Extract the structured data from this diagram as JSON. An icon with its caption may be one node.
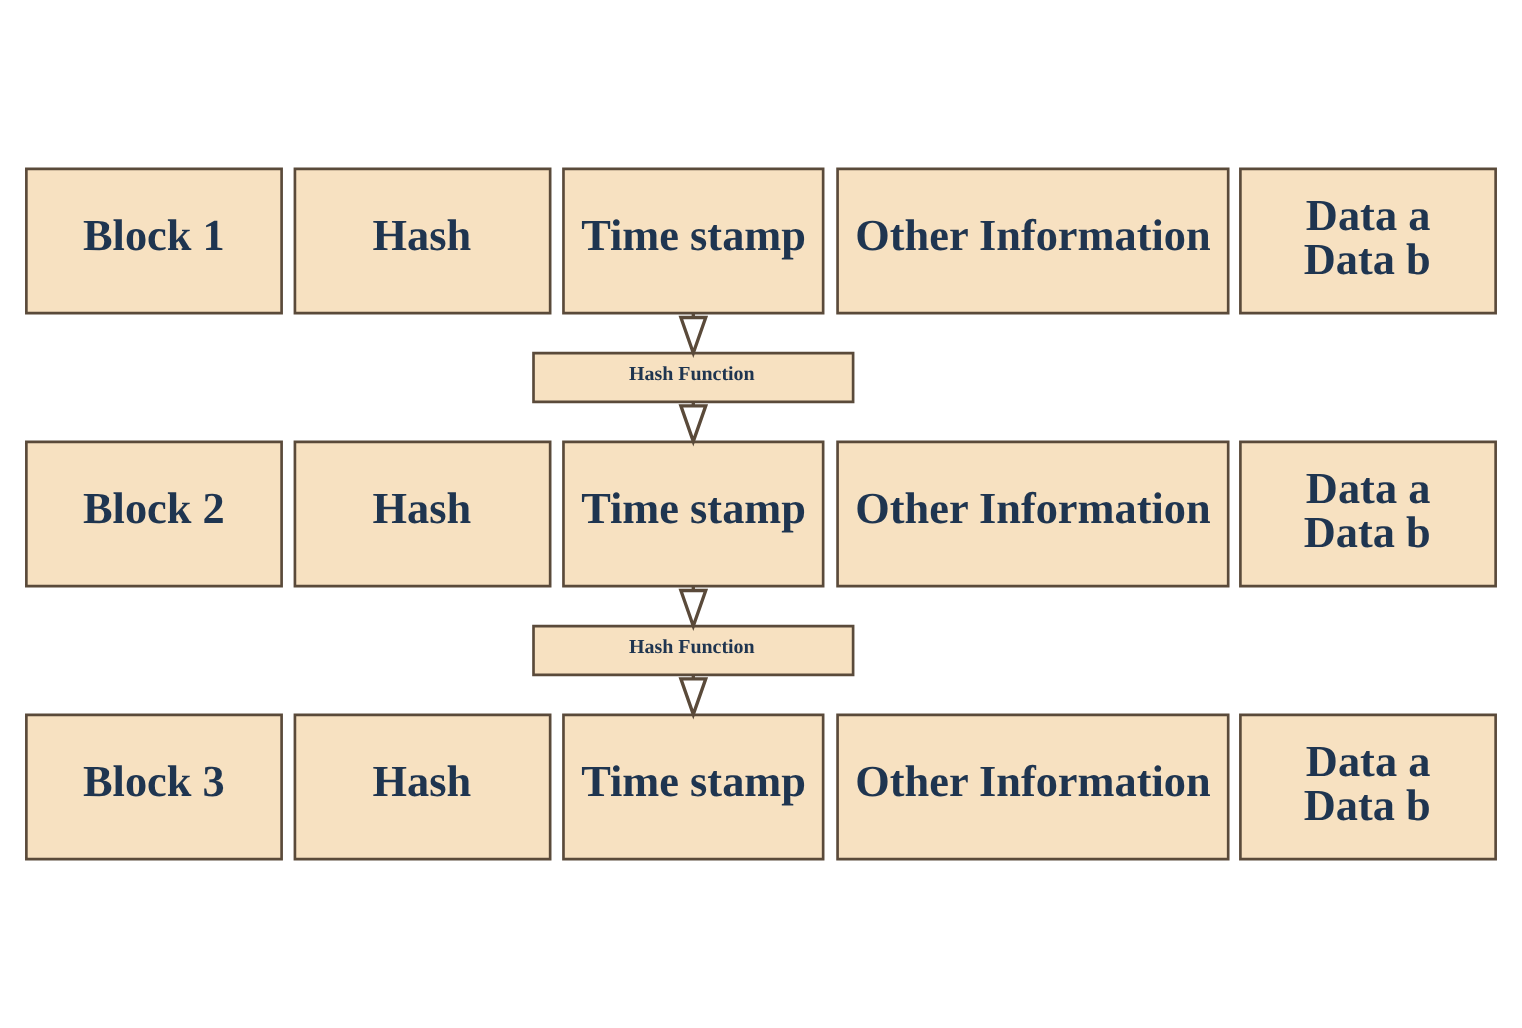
{
  "diagram": {
    "nodes": [
      {
        "text": [
          "Block 1"
        ]
      },
      {
        "text": [
          "Hash"
        ]
      },
      {
        "text": [
          "Time stamp"
        ]
      },
      {
        "text": [
          "Other Information"
        ]
      },
      {
        "text": [
          "Data a",
          "Data b"
        ]
      },
      {
        "text": [
          "Hash Function"
        ]
      },
      {
        "text": [
          "Block 2"
        ]
      },
      {
        "text": [
          "Hash"
        ]
      },
      {
        "text": [
          "Time stamp"
        ]
      },
      {
        "text": [
          "Other Information"
        ]
      },
      {
        "text": [
          "Data a",
          "Data b"
        ]
      },
      {
        "text": [
          "Hash Function"
        ]
      },
      {
        "text": [
          "Block 3"
        ]
      },
      {
        "text": [
          "Hash"
        ]
      },
      {
        "text": [
          "Time stamp"
        ]
      },
      {
        "text": [
          "Other Information"
        ]
      },
      {
        "text": [
          "Data a",
          "Data b"
        ]
      }
    ],
    "edges": [
      {
        "from": 2,
        "to": 5,
        "arrow": "to"
      },
      {
        "from": 5,
        "to": 8,
        "arrow": "to"
      },
      {
        "from": 8,
        "to": 11,
        "arrow": "to"
      },
      {
        "from": 11,
        "to": 14,
        "arrow": "to"
      }
    ]
  }
}
